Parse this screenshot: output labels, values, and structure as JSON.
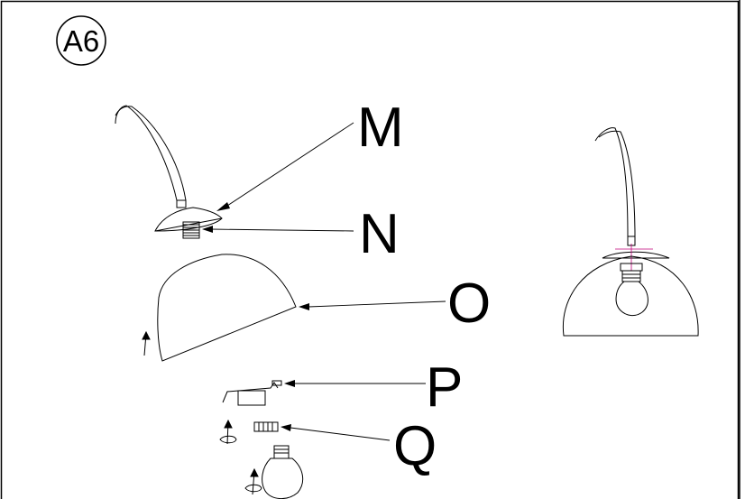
{
  "diagram": {
    "step_label": "A6",
    "parts": {
      "m": "M",
      "n": "N",
      "o": "O",
      "p": "P",
      "q": "Q"
    },
    "colors": {
      "line": "#000000",
      "background": "#ffffff",
      "accent": "#c0007a"
    }
  }
}
